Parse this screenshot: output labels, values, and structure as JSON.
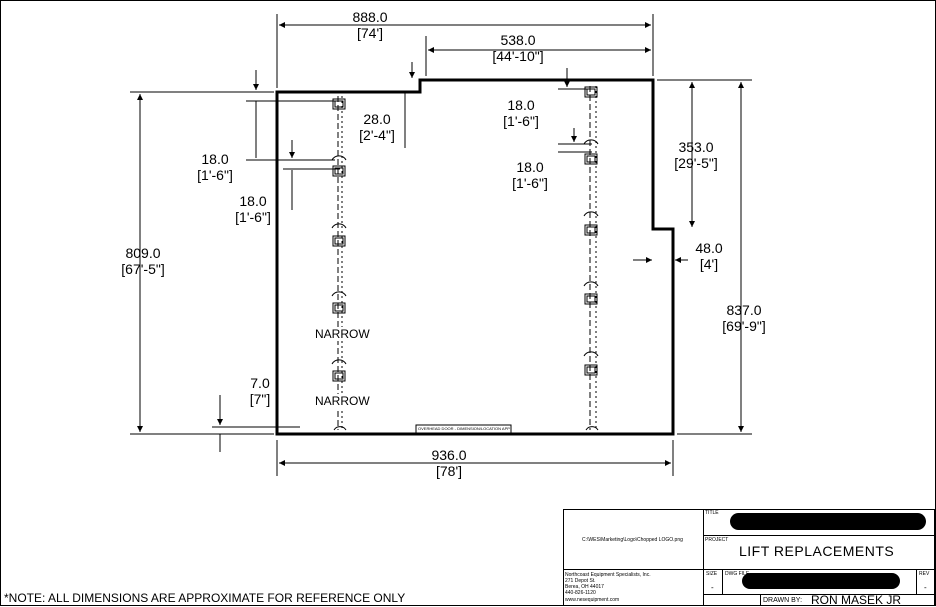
{
  "dimensions": {
    "overall_width": {
      "value": "888.0",
      "imperial": "[74']"
    },
    "top_offset_width": {
      "value": "538.0",
      "imperial": "[44'-10\"]"
    },
    "step_height": {
      "value": "28.0",
      "imperial": "[2'-4\"]"
    },
    "left_lift_top_gap": {
      "value": "18.0",
      "imperial": "[1'-6\"]"
    },
    "left_lift_spacing": {
      "value": "18.0",
      "imperial": "[1'-6\"]"
    },
    "right_lift_top_gap": {
      "value": "18.0",
      "imperial": "[1'-6\"]"
    },
    "right_lift_spacing": {
      "value": "18.0",
      "imperial": "[1'-6\"]"
    },
    "right_upper_height": {
      "value": "353.0",
      "imperial": "[29'-5\"]"
    },
    "right_notch_width": {
      "value": "48.0",
      "imperial": "[4']"
    },
    "left_height": {
      "value": "809.0",
      "imperial": "[67'-5\"]"
    },
    "right_height": {
      "value": "837.0",
      "imperial": "[69'-9\"]"
    },
    "bottom_gap": {
      "value": "7.0",
      "imperial": "[7\"]"
    },
    "bottom_width": {
      "value": "936.0",
      "imperial": "[78']"
    }
  },
  "labels": {
    "narrow_1": "NARROW",
    "narrow_2": "NARROW",
    "door_note": "OVERHEAD DOOR - DIMENSION/LOCATION APPROX."
  },
  "title_block": {
    "logo_path": "C:\\WES\\Marketing\\Logo\\Chopped LOGO.png",
    "company": {
      "name": "Northcoast Equipment Specialists, Inc.",
      "street": "271 Depot St.",
      "city": "Berea, OH 44017",
      "phone": "440-826-1120",
      "web": "www.nesequipment.com"
    },
    "title_label": "TITLE",
    "project_label": "PROJECT",
    "project_name": "LIFT REPLACEMENTS",
    "size_label": "SIZE",
    "size_value": "-",
    "dwg_label": "DWG FILE",
    "rev_label": "REV",
    "rev_value": "-",
    "drawn_by_label": "DRAWN BY:",
    "drawn_by_value": "RON MASEK JR"
  },
  "footer_note": "*NOTE: ALL DIMENSIONS ARE APPROXIMATE FOR REFERENCE ONLY"
}
